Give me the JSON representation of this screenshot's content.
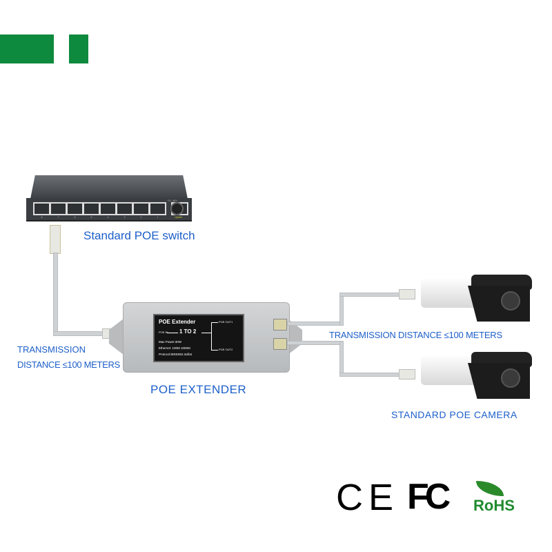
{
  "labels": {
    "switch": "Standard POE switch",
    "left_distance_line1": "TRANSMISSION",
    "left_distance_line2": "DISTANCE ≤100 METERS",
    "extender": "POE EXTENDER",
    "right_distance": "TRANSMISSION DISTANCE ≤100 METERS",
    "camera": "STANDARD POE CAMERA"
  },
  "extender_panel": {
    "title": "POE Extender",
    "poe_in": "POE IN",
    "ratio": "1 TO 2",
    "out1": "POE OUT1",
    "out2": "POE OUT2",
    "max_power": "Max Power:30W",
    "ethernet": "Ethernet: 100M",
    "ethernet2": "1000M",
    "protocol": "Protocol:IEEE802.3af/at"
  },
  "switch_ports": [
    "8",
    "7",
    "6",
    "5",
    "4",
    "3",
    "2",
    "1"
  ],
  "switch_uplink": "Uplink",
  "switch_power": "DC 48V",
  "certifications": [
    "CE",
    "FC",
    "RoHS"
  ],
  "colors": {
    "brand_green": "#0e8a3e",
    "label_blue": "#1d5fc9"
  }
}
